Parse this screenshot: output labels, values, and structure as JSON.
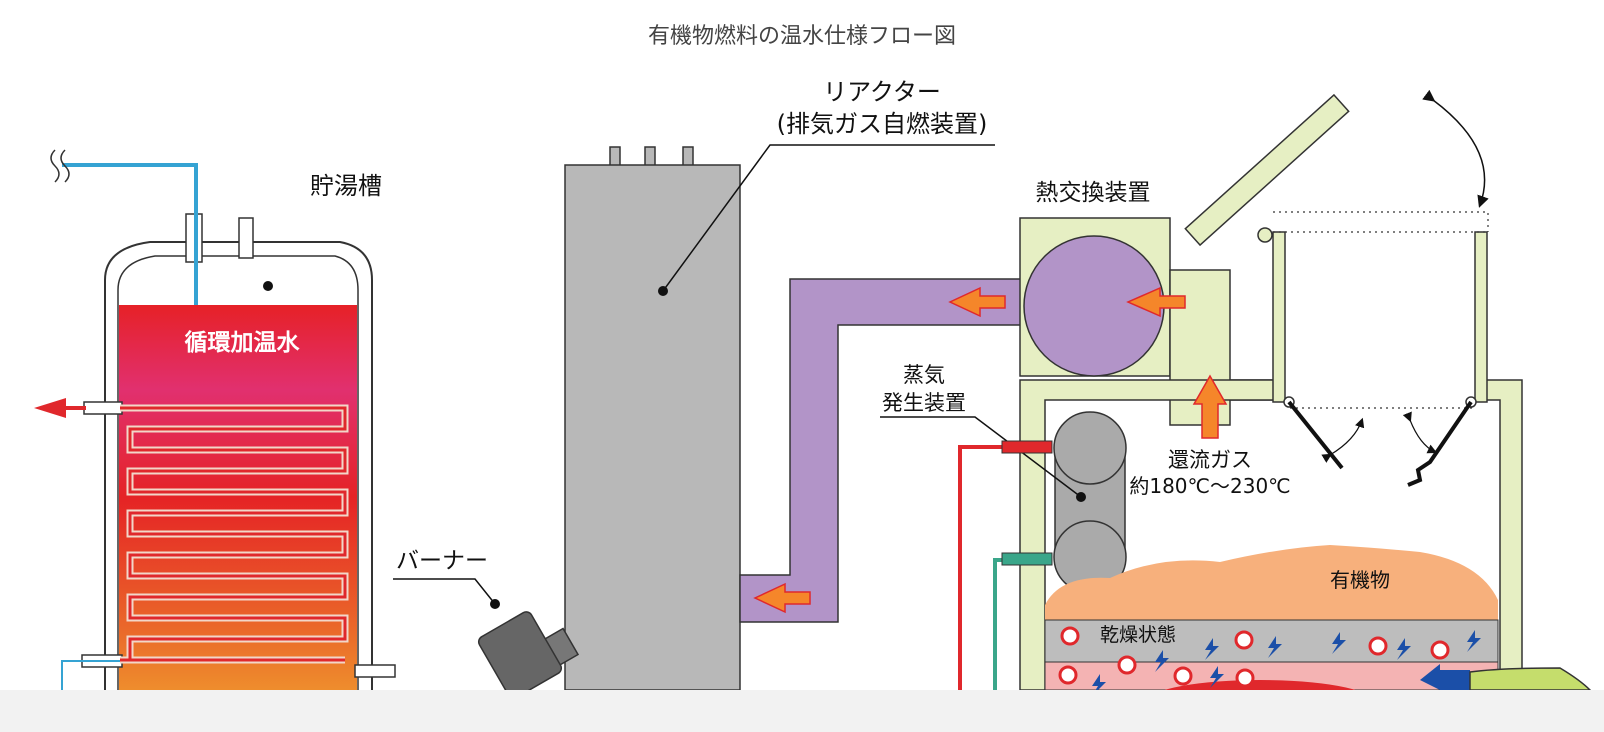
{
  "title": "有機物燃料の温水仕様フロー図",
  "labels": {
    "reactor_line1": "リアクター",
    "reactor_line2": "(排気ガス自燃装置)",
    "storage_tank": "貯湯槽",
    "heat_exchanger": "熱交換装置",
    "circulating_water": "循環加温水",
    "steam_line1": "蒸気",
    "steam_line2": "発生装置",
    "return_gas_line1": "還流ガス",
    "return_gas_line2": "約180℃～230℃",
    "burner": "バーナー",
    "organic": "有機物",
    "dry_state": "乾燥状態"
  },
  "colors": {
    "pipe_blue": "#35a3d3",
    "pipe_red": "#e0282c",
    "pipe_green": "#3aa68a",
    "gas_purple": "#b294c8",
    "frame_green": "#e6efc3",
    "reactor_gray": "#b8b8b8",
    "organic_orange": "#f7b07c",
    "arrow_orange": "#f5862a"
  }
}
